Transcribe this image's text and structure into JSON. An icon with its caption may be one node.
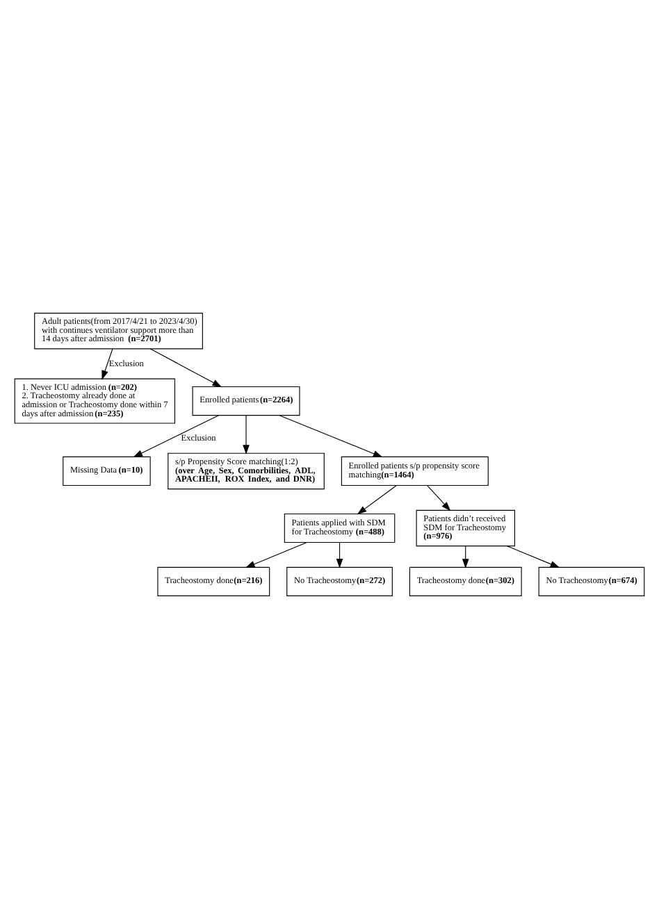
{
  "diagram": {
    "nodes": [
      {
        "text": [
          "Adult patients(from 2017/4/21 to 2023/4/30) with continues ventilator support more than 14 days after admission **(n=2701)**"
        ]
      },
      {
        "text": [
          "1. Never ICU admission**(n=202)**",
          "2. Tracheostomy already done at admission or Tracheostomy done within 7 days after admission**(n=235)**"
        ]
      },
      {
        "text": [
          "Enrolled patients**(n=2264)**"
        ]
      },
      {
        "text": [
          "Missing Data**(n=10)**"
        ]
      },
      {
        "text": [
          "s/p Propensity Score matching(1:2)",
          "(over Age, Sex, Comorbilities, ADL, APACHEII, ROX Index, and DNR)"
        ]
      },
      {
        "text": [
          "Enrolled patients s/p propensity score matching**(n=1464)**"
        ]
      },
      {
        "text": [
          "Patients applied with SDM for Tracheostomy **(n=488)**"
        ]
      },
      {
        "text": [
          "Patients didn’t received SDM for Tracheostomy **(n=976)**"
        ]
      },
      {
        "text": [
          "Tracheostomy done**(n=216)**"
        ]
      },
      {
        "text": [
          "No Tracheostomy**(n=272)**"
        ]
      },
      {
        "text": [
          "Tracheostomy done**(n=302)**"
        ]
      },
      {
        "text": [
          "No Tracheostomy**(n=674)**"
        ]
      }
    ],
    "edges": [
      {
        "from": 0,
        "to": 1,
        "arrow": "to",
        "label": "Exclusion"
      },
      {
        "from": 0,
        "to": 2,
        "arrow": "to"
      },
      {
        "from": 2,
        "to": 3,
        "arrow": "to",
        "label": "Exclusion"
      },
      {
        "from": 2,
        "to": 4,
        "arrow": "to"
      },
      {
        "from": 2,
        "to": 5,
        "arrow": "to"
      },
      {
        "from": 5,
        "to": 6,
        "arrow": "to"
      },
      {
        "from": 5,
        "to": 7,
        "arrow": "to"
      },
      {
        "from": 6,
        "to": 8,
        "arrow": "to"
      },
      {
        "from": 6,
        "to": 9,
        "arrow": "to"
      },
      {
        "from": 7,
        "to": 10,
        "arrow": "to"
      },
      {
        "from": 7,
        "to": 11,
        "arrow": "to"
      }
    ]
  }
}
